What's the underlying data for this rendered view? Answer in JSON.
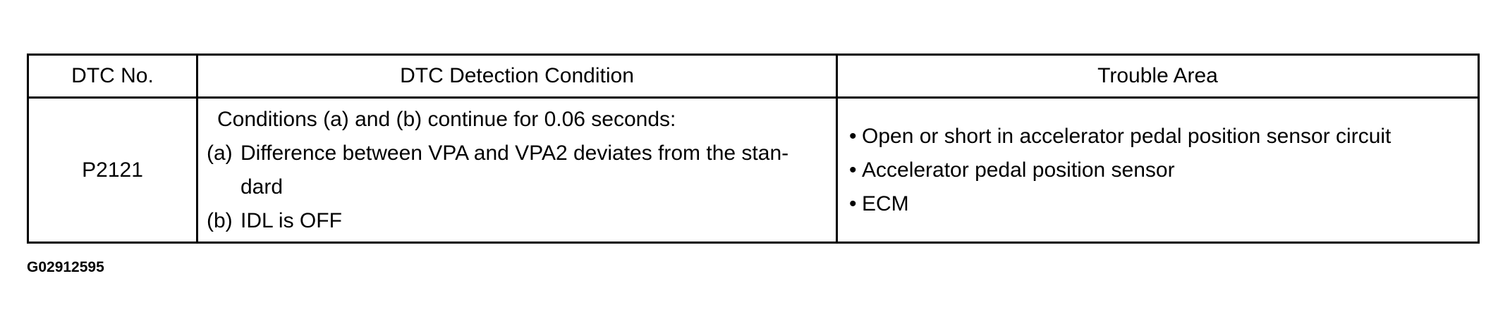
{
  "table": {
    "headers": [
      "DTC No.",
      "DTC Detection Condition",
      "Trouble Area"
    ],
    "rows": [
      {
        "dtc_no": "P2121",
        "condition": {
          "intro": "Conditions (a) and (b) continue for 0.06 seconds:",
          "items": [
            {
              "marker": "(a)",
              "text": "Difference between VPA and VPA2 deviates from the stan-dard"
            },
            {
              "marker": "(b)",
              "text": "IDL is OFF"
            }
          ]
        },
        "trouble_area": {
          "bullet": "•",
          "items": [
            "Open or short in accelerator pedal position sensor circuit",
            "Accelerator pedal position sensor",
            "ECM"
          ]
        }
      }
    ]
  },
  "figure_code": "G02912595"
}
